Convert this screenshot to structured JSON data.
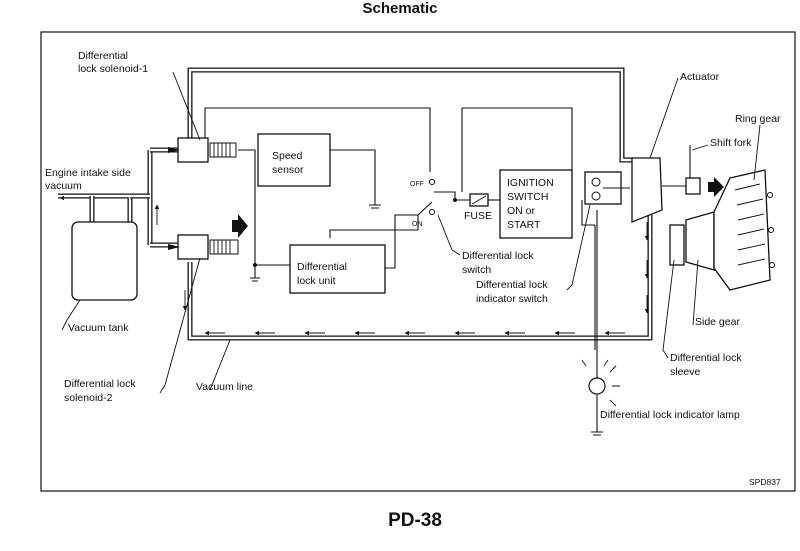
{
  "page": {
    "title": "Schematic",
    "page_number": "PD-38",
    "figure_code": "SPD837"
  },
  "components": {
    "speed_sensor": [
      "Speed",
      "sensor"
    ],
    "diff_lock_unit": [
      "Differential",
      "lock unit"
    ],
    "ignition_switch": [
      "IGNITION",
      "SWITCH",
      "ON or",
      "START"
    ],
    "fuse": "FUSE",
    "switch_off": "OFF",
    "switch_on": "ON"
  },
  "labels": {
    "solenoid_1": [
      "Differential",
      "lock solenoid-1"
    ],
    "engine_intake": [
      "Engine intake side",
      "vacuum"
    ],
    "vacuum_tank": "Vacuum tank",
    "solenoid_2": [
      "Differential lock",
      "solenoid-2"
    ],
    "vacuum_line": "Vacuum line",
    "lock_switch": [
      "Differential lock",
      "switch"
    ],
    "indicator_switch": [
      "Differential lock",
      "indicator switch"
    ],
    "indicator_lamp": "Differential lock indicator lamp",
    "actuator": "Actuator",
    "ring_gear": "Ring gear",
    "shift_fork": "Shift fork",
    "side_gear": "Side gear",
    "lock_sleeve": [
      "Differential lock",
      "sleeve"
    ]
  }
}
